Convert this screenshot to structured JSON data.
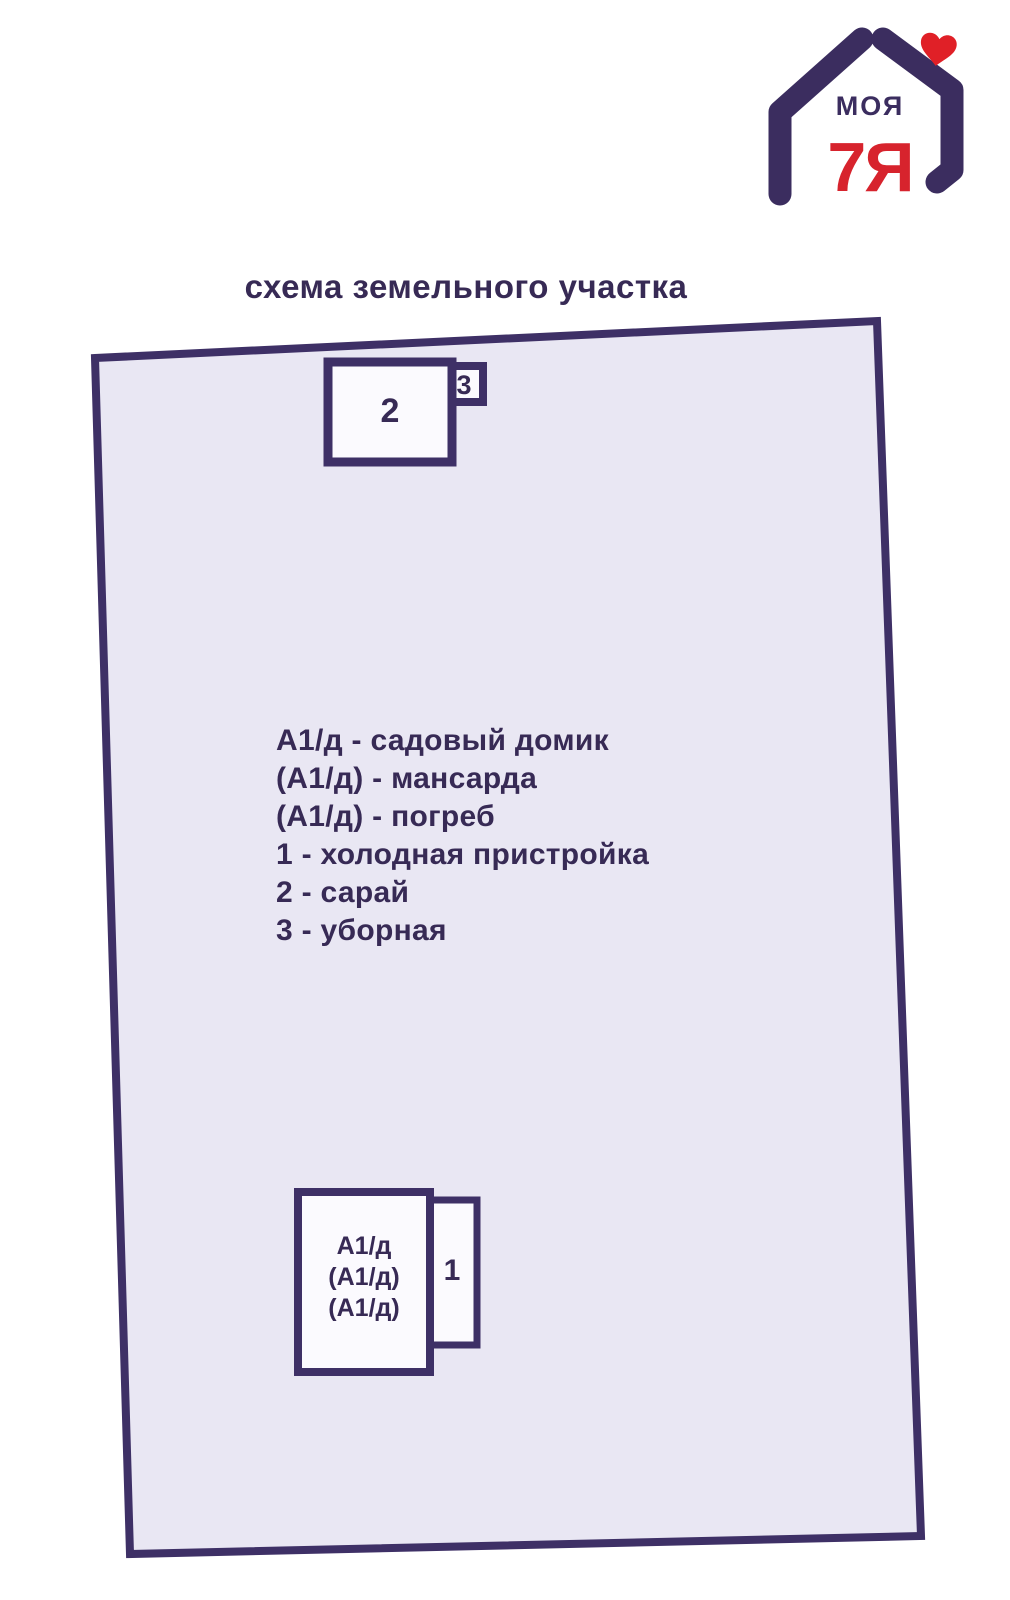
{
  "logo": {
    "brand_top": "МОЯ",
    "brand_bottom": "7Я",
    "colors": {
      "purple": "#3b2d5f",
      "red": "#d7232d"
    }
  },
  "title": "схема земельного участка",
  "legend": {
    "lines": [
      "А1/д - садовый домик",
      "(А1/д) - мансарда",
      "(А1/д) - погреб",
      "1 - холодная пристройка",
      "2 - сарай",
      "3 - уборная"
    ]
  },
  "plot": {
    "outline_color": "#3e3066",
    "fill_color": "#e9e7f3",
    "buildings": {
      "shed": {
        "label": "2"
      },
      "outhouse": {
        "label": "3"
      },
      "annex": {
        "label": "1"
      },
      "house": {
        "labels": [
          "А1/д",
          "(А1/д)",
          "(А1/д)"
        ]
      }
    }
  }
}
